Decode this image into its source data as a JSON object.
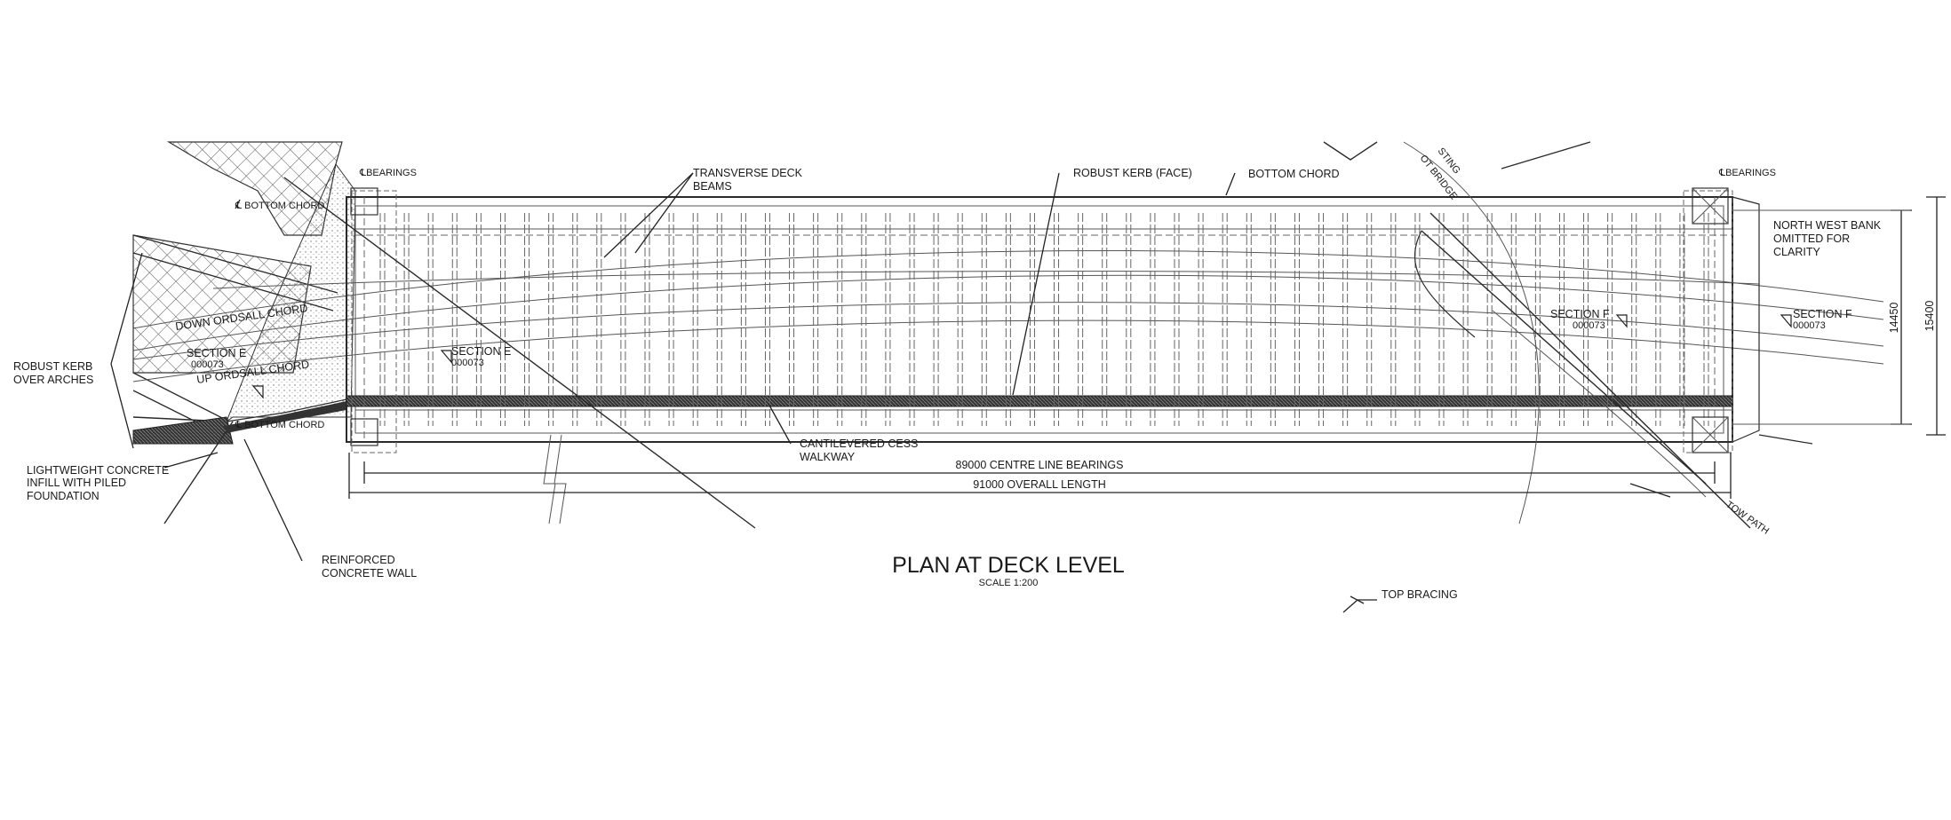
{
  "drawing": {
    "title": "PLAN AT DECK LEVEL",
    "scale": "SCALE 1:200",
    "labels": {
      "bearings_left": "℄BEARINGS",
      "bearings_right": "℄BEARINGS",
      "bottom_chord_left_top": "℄ BOTTOM CHORD",
      "bottom_chord_left_bottom": "℄ BOTTOM CHORD",
      "transverse_deck_beams_1": "TRANSVERSE DECK",
      "transverse_deck_beams_2": "BEAMS",
      "robust_kerb_face": "ROBUST KERB (FACE)",
      "bottom_chord": "BOTTOM CHORD",
      "north_west_bank_1": "NORTH WEST BANK",
      "north_west_bank_2": "OMITTED FOR",
      "north_west_bank_3": "CLARITY",
      "down_ordsall_chord": "DOWN ORDSALL CHORD",
      "up_ordsall_chord": "UP ORDSALL CHORD",
      "robust_kerb_arches_1": "ROBUST KERB",
      "robust_kerb_arches_2": "OVER ARCHES",
      "lightweight_1": "LIGHTWEIGHT CONCRETE",
      "lightweight_2": "INFILL WITH PILED",
      "lightweight_3": "FOUNDATION",
      "reinforced_1": "REINFORCED",
      "reinforced_2": "CONCRETE WALL",
      "cess_1": "CANTILEVERED CESS",
      "cess_2": "WALKWAY",
      "section_e_a": "SECTION E",
      "section_e_a_ref": "000073",
      "section_e_b": "SECTION E",
      "section_e_b_ref": "000073",
      "section_f_a": "SECTION F",
      "section_f_a_ref": "000073",
      "section_f_b": "SECTION F",
      "section_f_b_ref": "000073",
      "existing_1": "STING",
      "existing_2": "OT BRIDGE",
      "tow_path": "TOW PATH",
      "top_bracing": "TOP BRACING"
    },
    "dimensions": {
      "centre_line": "89000 CENTRE LINE BEARINGS",
      "overall_length": "91000 OVERALL LENGTH",
      "width_inner": "14450",
      "width_outer": "15400"
    },
    "deck_beam_count": 56
  }
}
